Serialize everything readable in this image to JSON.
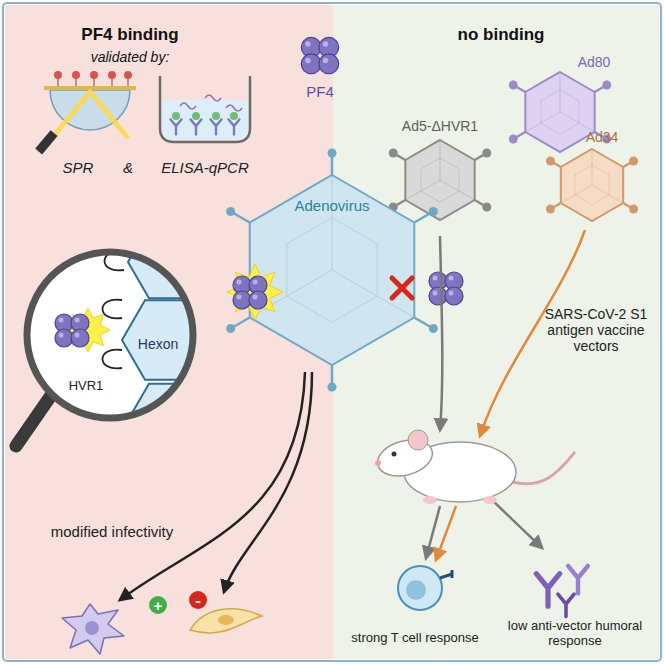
{
  "diagram": {
    "nodes": [
      {
        "text": [
          "PF4 binding",
          "validated by:"
        ]
      },
      {
        "text": [
          "no binding"
        ]
      }
    ],
    "labels": [
      "SPR",
      "&",
      "ELISA-qPCR",
      "PF4",
      "Ad80",
      "Ad5-ΔHVR1",
      "Ad34",
      "Adenovirus",
      "Hexon",
      "HVR1",
      "SARS-CoV-2 S1 antigen vaccine vectors",
      "modified infectivity",
      "+",
      "-",
      "strong T cell response",
      "low anti-vector humoral response"
    ]
  }
}
